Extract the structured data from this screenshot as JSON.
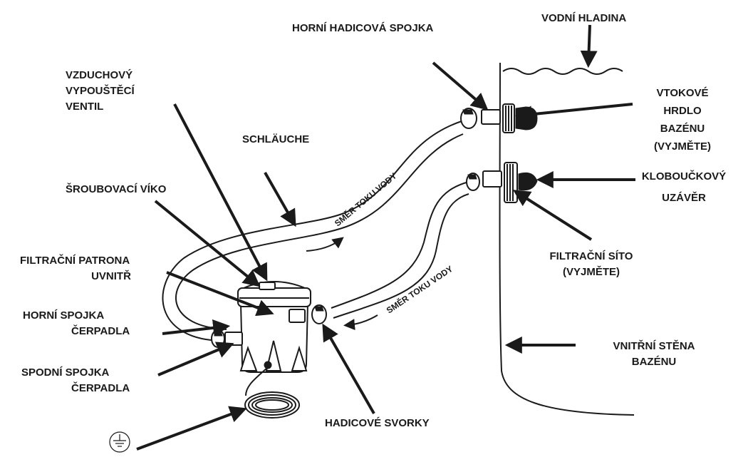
{
  "labels": {
    "water_level": "VODNÍ HLADINA",
    "upper_hose_connector": "HORNÍ HADICOVÁ SPOJKA",
    "air_release_valve": [
      "VZDUCHOVÝ",
      "VYPOUŠTĚCÍ",
      "VENTIL"
    ],
    "hoses": "SCHLÄUCHE",
    "screw_lid": "ŠROUBOVACÍ VÍKO",
    "filter_cartridge": [
      "FILTRAČNÍ PATRONA",
      "UVNITŘ"
    ],
    "upper_pump_connector": [
      "HORNÍ SPOJKA",
      "ČERPADLA"
    ],
    "lower_pump_connector": [
      "SPODNÍ SPOJKA",
      "ČERPADLA"
    ],
    "pool_inlet": [
      "VTOKOVÉ",
      "HRDLO",
      "BAZÉNU",
      "(VYJMĚTE)"
    ],
    "cap_plug": [
      "KLOBOUČKOVÝ",
      "UZÁVĚR"
    ],
    "strainer_grid": [
      "FILTRAČNÍ SÍTO",
      "(VYJMĚTE)"
    ],
    "pool_inner_wall": [
      "VNITŘNÍ STĚNA",
      "BAZÉNU"
    ],
    "hose_clamps": "HADICOVÉ SVORKY",
    "flow_direction_upper": "SMĚR TOKU VODY",
    "flow_direction_lower": "SMĚR TOKU VODY"
  },
  "icons": {
    "ground_symbol": "ground-icon"
  }
}
